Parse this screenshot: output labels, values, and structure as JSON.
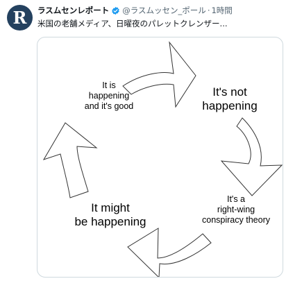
{
  "tweet": {
    "avatar_letter": "R",
    "author_name": "ラスムセンレポート",
    "handle": "@ラスムッセン_ポール",
    "separator": "·",
    "time": "1時間",
    "text": "米国の老舗メディア、日曜夜のパレットクレンザー..."
  },
  "meme": {
    "top_left": [
      "It is",
      "happening",
      "and it's good"
    ],
    "top_right": [
      "It's not",
      "happening"
    ],
    "bottom_right": [
      "It's a",
      "right-wing",
      "conspiracy theory"
    ],
    "bottom_left": [
      "It might",
      "be happening"
    ]
  },
  "colors": {
    "avatar_bg": "#24415f",
    "verified_badge": "#1d9bf0",
    "meta_text": "#536471"
  },
  "icons": [
    "verified-badge-icon",
    "cycle-arrow-icon"
  ]
}
